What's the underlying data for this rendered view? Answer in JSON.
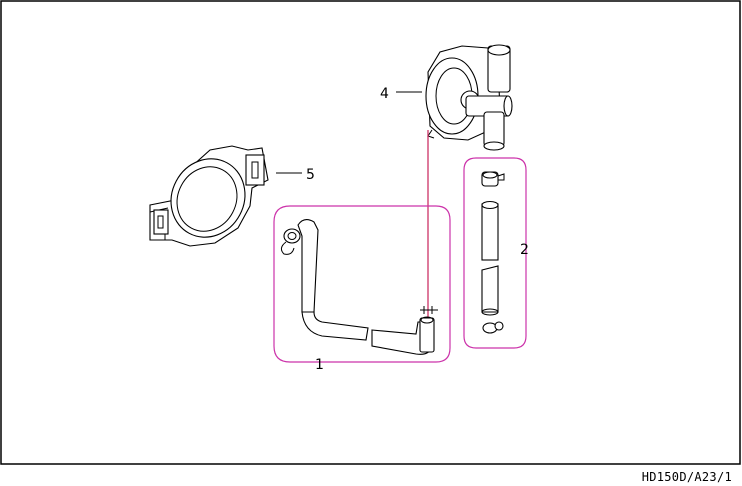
{
  "diagram": {
    "callouts": [
      {
        "id": "1",
        "label": "1"
      },
      {
        "id": "2",
        "label": "2"
      },
      {
        "id": "4",
        "label": "4"
      },
      {
        "id": "5",
        "label": "5"
      }
    ],
    "reference_code": "HD150D/A23/1",
    "colors": {
      "group_outline": "#cc33aa",
      "connector_line": "#cc3366",
      "line": "#000000",
      "background": "#ffffff"
    }
  }
}
